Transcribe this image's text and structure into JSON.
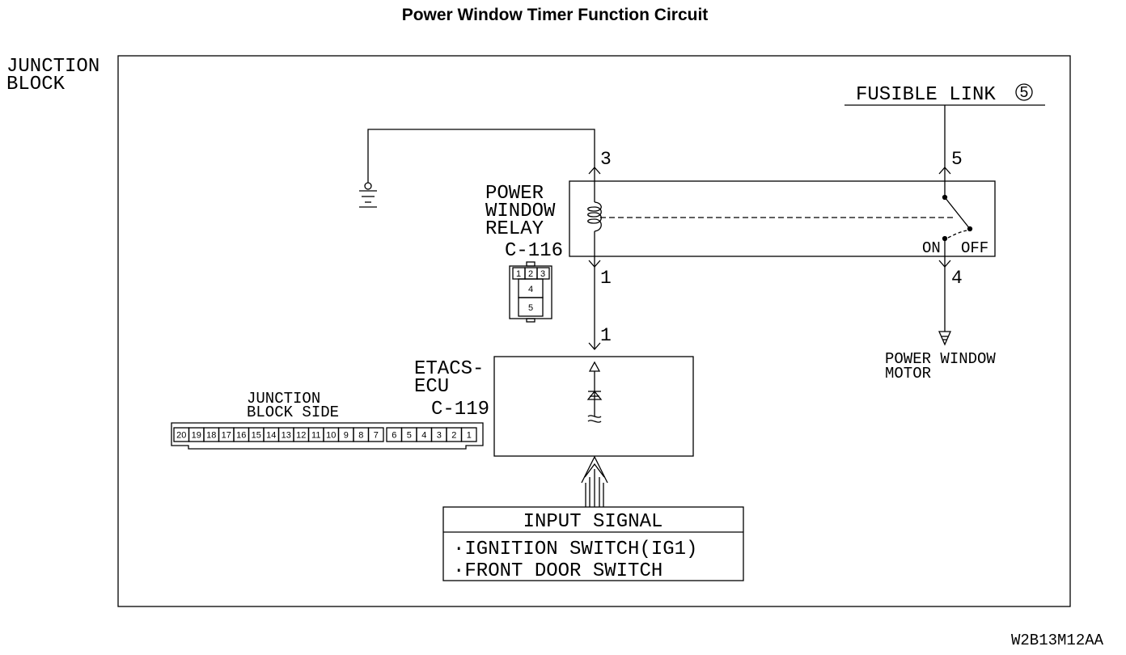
{
  "title": "Power Window Timer Function Circuit",
  "junction_block": {
    "line1": "JUNCTION",
    "line2": "BLOCK"
  },
  "fusible_link": {
    "text": "FUSIBLE LINK",
    "number": "5"
  },
  "relay": {
    "line1": "POWER",
    "line2": "WINDOW",
    "line3": "RELAY",
    "connector": "C-116"
  },
  "pins": {
    "p3": "3",
    "p5": "5",
    "p1_relay": "1",
    "p4": "4",
    "p1_ecu": "1"
  },
  "switch": {
    "on": "ON",
    "off": "OFF"
  },
  "motor": {
    "line1": "POWER WINDOW",
    "line2": "MOTOR"
  },
  "c116_connector": {
    "cells": [
      "1",
      "2",
      "3",
      "4",
      "5"
    ]
  },
  "ecu": {
    "line1": "ETACS-",
    "line2": "ECU",
    "connector": "C-119"
  },
  "jb_side": {
    "line1": "JUNCTION",
    "line2": "BLOCK SIDE",
    "cells": [
      "20",
      "19",
      "18",
      "17",
      "16",
      "15",
      "14",
      "13",
      "12",
      "11",
      "10",
      "9",
      "8",
      "7",
      "6",
      "5",
      "4",
      "3",
      "2",
      "1"
    ]
  },
  "input_signal": {
    "header": "INPUT SIGNAL",
    "items": [
      "·IGNITION SWITCH(IG1)",
      "·FRONT DOOR SWITCH"
    ]
  },
  "figure_id": "W2B13M12AA"
}
